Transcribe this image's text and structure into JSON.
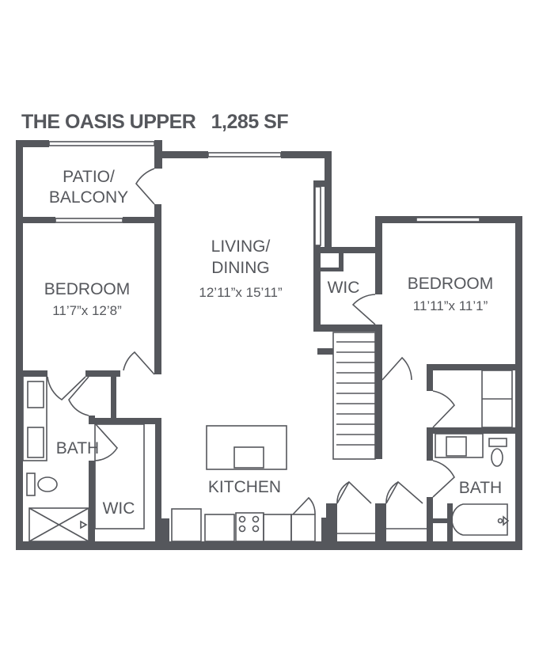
{
  "plan": {
    "name": "THE OASIS UPPER",
    "area": "1,285 SF",
    "title_full": "THE OASIS UPPER   1,285 SF",
    "wall_color": "#55575c",
    "background_color": "#ffffff"
  },
  "rooms": {
    "patio": {
      "line1": "PATIO/",
      "line2": "BALCONY"
    },
    "bedroom_left": {
      "label": "BEDROOM",
      "dims": "11’7”x 12’8”"
    },
    "living": {
      "line1": "LIVING/",
      "line2": "DINING",
      "dims": "12’11”x 15’11”"
    },
    "wic_upper": {
      "label": "WIC"
    },
    "bedroom_right": {
      "label": "BEDROOM",
      "dims": "11’11”x 11’1”"
    },
    "bath_left": {
      "label": "BATH"
    },
    "wic_lower": {
      "label": "WIC"
    },
    "kitchen": {
      "label": "KITCHEN"
    },
    "bath_right": {
      "label": "BATH"
    }
  }
}
